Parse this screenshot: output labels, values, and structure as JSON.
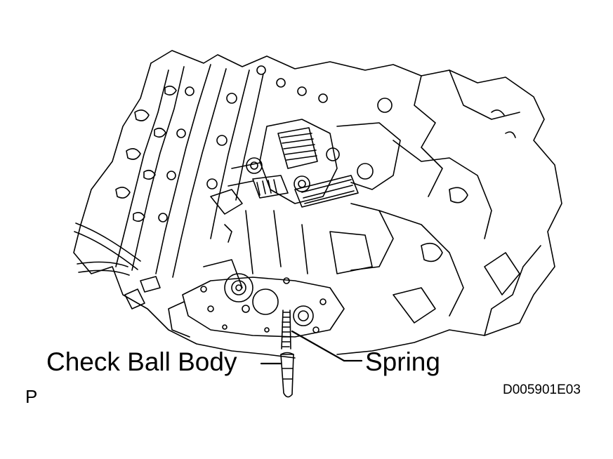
{
  "labels": {
    "check_ball_body": "Check Ball Body",
    "spring": "Spring",
    "view_marker": "P",
    "figure_code": "D005901E03"
  },
  "colors": {
    "line": "#000000",
    "background": "#ffffff"
  }
}
